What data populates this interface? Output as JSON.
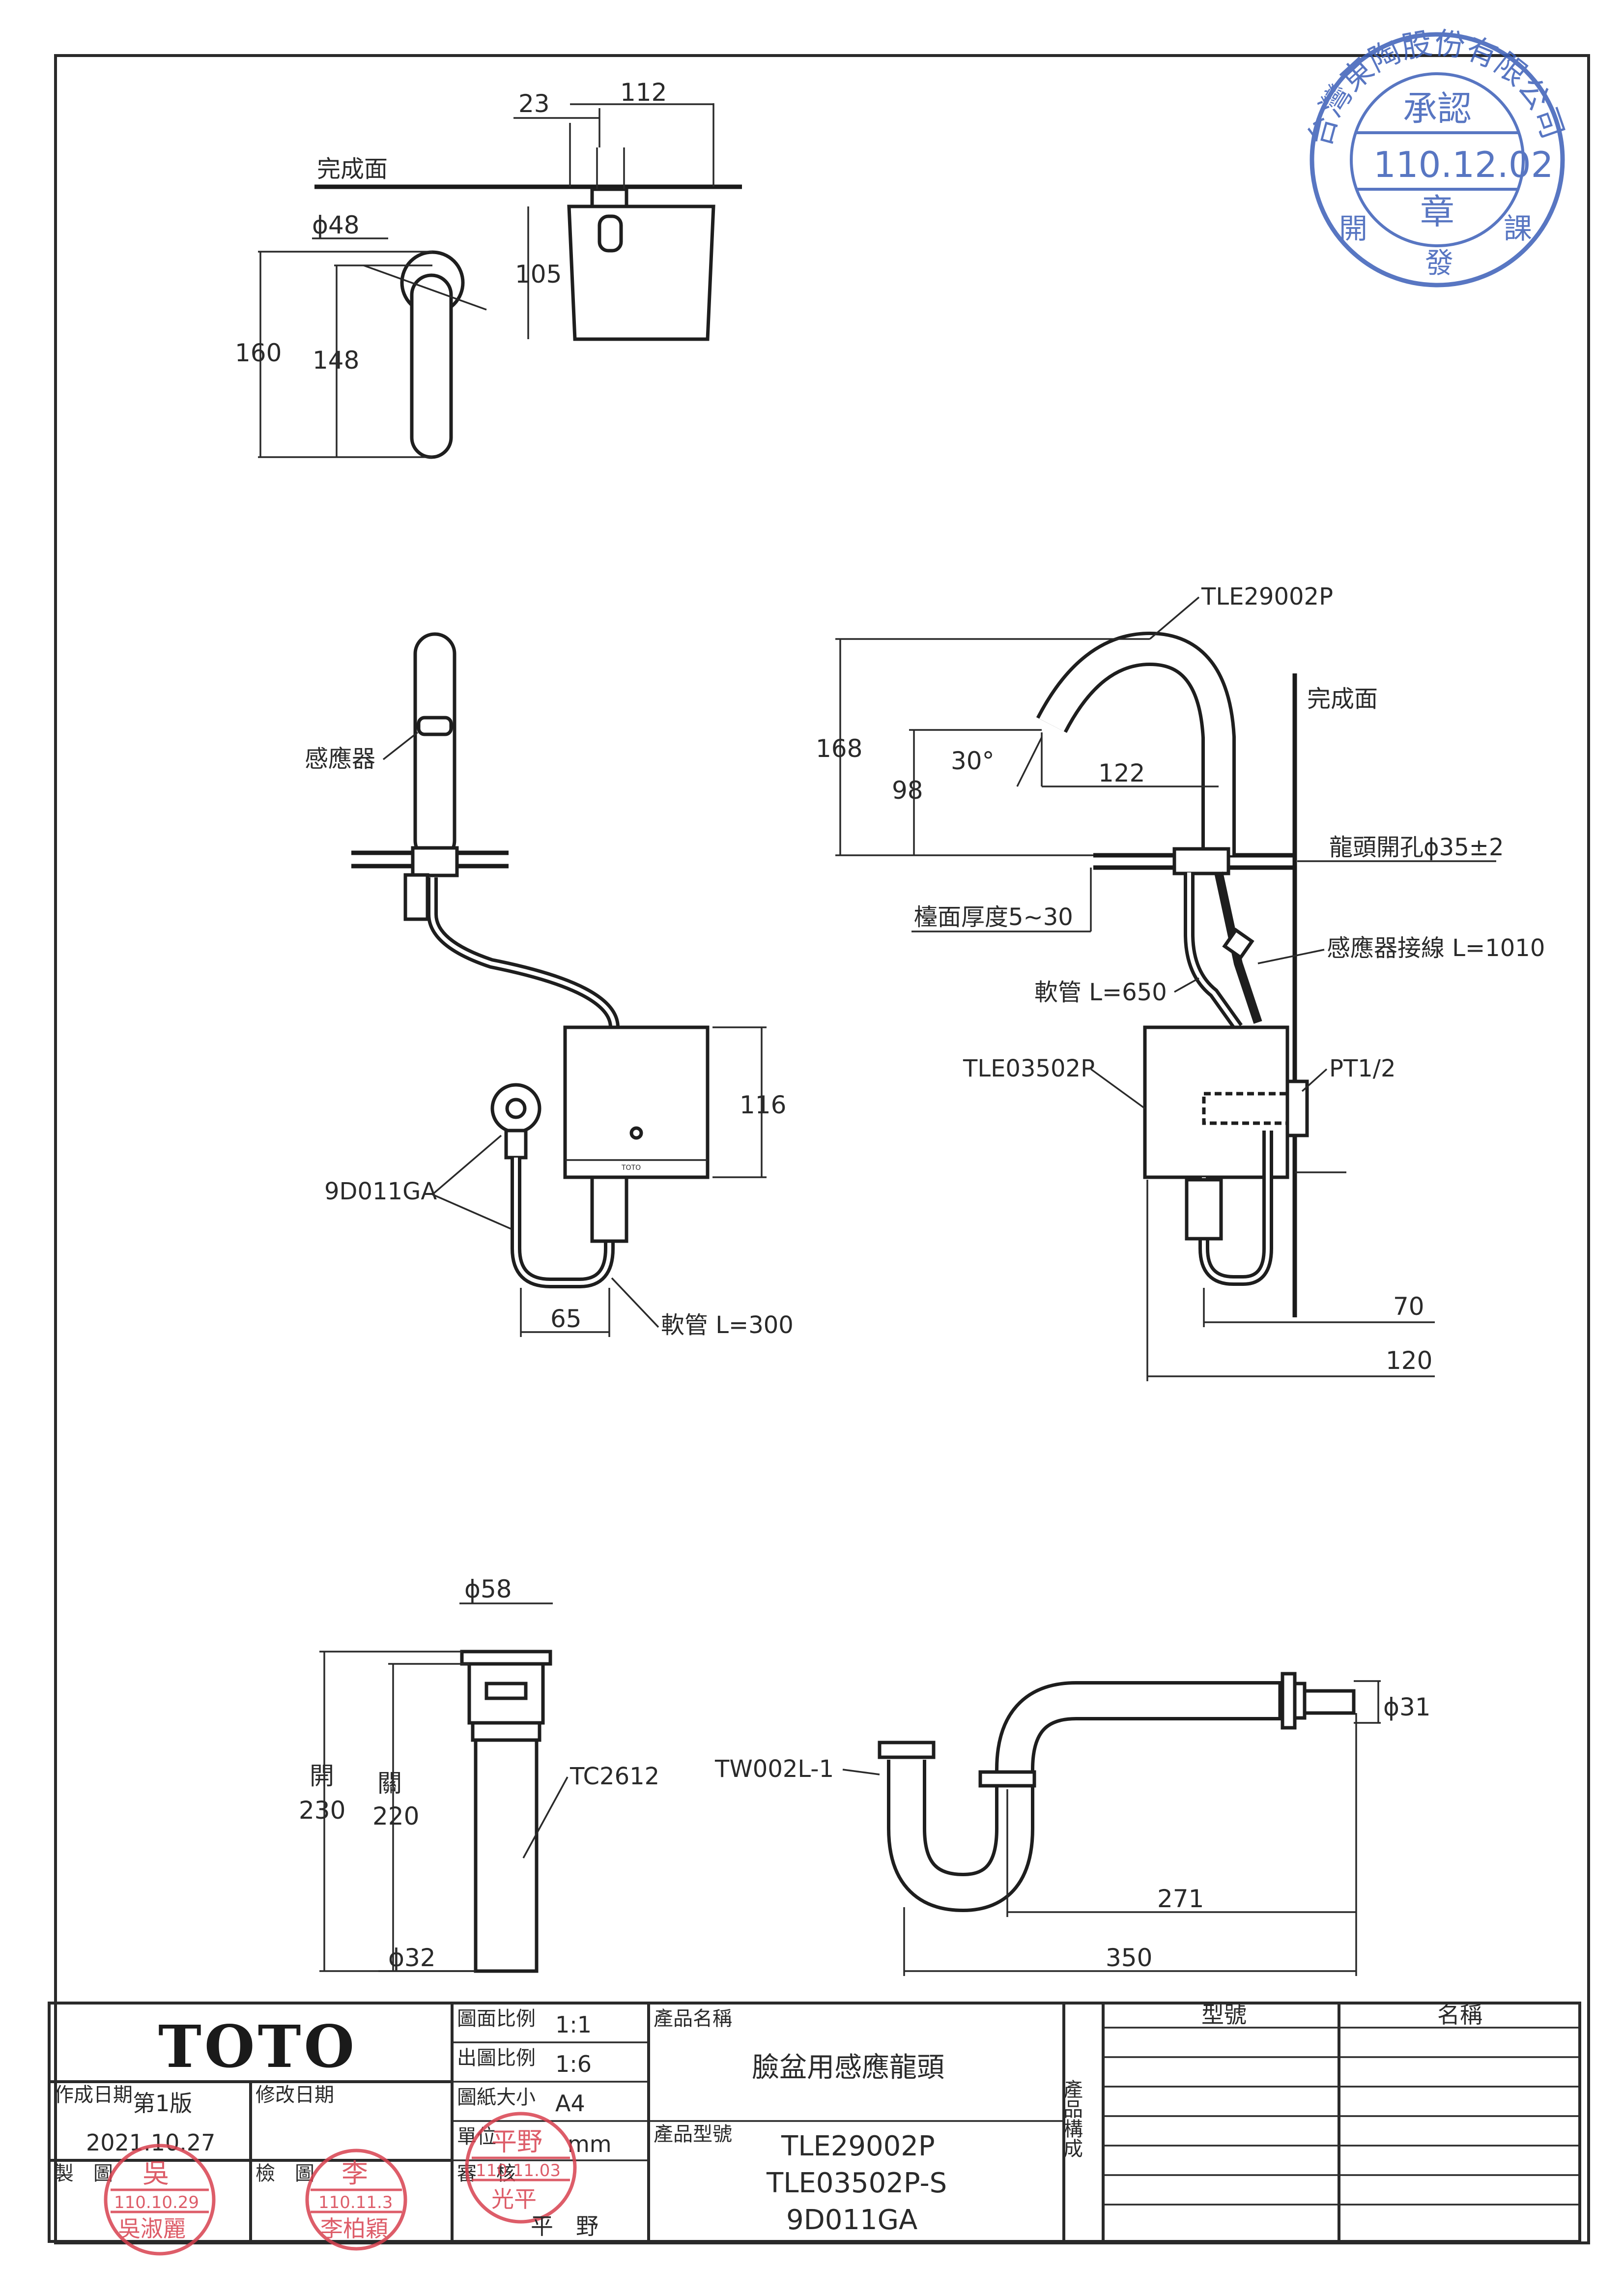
{
  "views": {
    "top": {
      "finish_surface": "完成面",
      "dims": {
        "d23": "23",
        "d112": "112",
        "d105": "105",
        "phi48": "ϕ48",
        "d160": "160",
        "d148": "148"
      }
    },
    "front": {
      "sensor": "感應器",
      "valve": "9D011GA",
      "hose": "軟管 L=300",
      "dims": {
        "d116": "116",
        "d65": "65"
      },
      "box_brand": "TOTO"
    },
    "side": {
      "spout_model": "TLE29002P",
      "finish_surface": "完成面",
      "hole": "龍頭開孔ϕ35±2",
      "counter": "檯面厚度5~30",
      "sensor_cable": "感應器接線 L=1010",
      "hose": "軟管 L=650",
      "box_model": "TLE03502P",
      "thread": "PT1/2",
      "dims": {
        "d168": "168",
        "d98": "98",
        "angle": "30°",
        "d122": "122",
        "d70": "70",
        "d120": "120"
      }
    },
    "drain": {
      "model": "TC2612",
      "open_label": "開",
      "open_value": "230",
      "close_label": "關",
      "close_value": "220",
      "dims": {
        "phi58": "ϕ58",
        "phi32": "ϕ32"
      }
    },
    "trap": {
      "model": "TW002L-1",
      "dims": {
        "phi31": "ϕ31",
        "d271": "271",
        "d350": "350"
      }
    }
  },
  "title_block": {
    "logo": "TOTO",
    "created_label": "作成日期",
    "edition": "第1版",
    "created_date": "2021.10.27",
    "revised_label": "修改日期",
    "drawer_label": "製　圖",
    "drawer_name": "吳淑麗",
    "drawer_date": "110.10.29",
    "checker_label": "檢　圖",
    "checker_name": "李柏穎",
    "checker_date": "110.11.3",
    "approver_label": "審　核",
    "approver_name": "平　野",
    "approver_date": "110.11.03",
    "scale1_label": "圖面比例",
    "scale1_value": "1:1",
    "scale2_label": "出圖比例",
    "scale2_value": "1:6",
    "paper_label": "圖紙大小",
    "paper_value": "A4",
    "unit_label": "單位",
    "unit_value": "mm",
    "product_name_label": "產品名稱",
    "product_name": "臉盆用感應龍頭",
    "product_code_label": "產品型號",
    "product_codes": [
      "TLE29002P",
      "TLE03502P-S",
      "9D011GA"
    ],
    "composition_label": "產品構成",
    "col_model": "型號",
    "col_name": "名稱"
  },
  "stamps": {
    "company_ring": "台灣東陶股份有限公司",
    "approval": "承認",
    "date": "110.12.02",
    "seal": "章",
    "left_char": "開",
    "bottom_char": "發",
    "right_char": "課",
    "drawer_mark": "吳",
    "checker_mark": "李",
    "approver_mark": "平野",
    "approver_sub": "光平"
  },
  "colors": {
    "line": "#2a2a2a",
    "stamp_blue": "#3b5fb8",
    "stamp_red": "#d8414f"
  }
}
